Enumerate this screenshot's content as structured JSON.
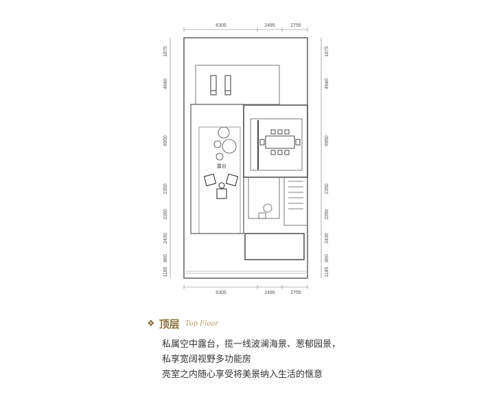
{
  "plan": {
    "dims_top": [
      "6305",
      "2495",
      "2755"
    ],
    "dims_bottom": [
      "6305",
      "2495",
      "2755"
    ],
    "dims_left": [
      "1875",
      "4940",
      "6950",
      "2350",
      "2260",
      "2430",
      "860",
      "1185"
    ],
    "dims_right": [
      "1875",
      "4940",
      "6950",
      "2350",
      "2260",
      "2430",
      "860",
      "1185"
    ],
    "terrace_label": "露台"
  },
  "title": {
    "bullet": "❖",
    "chinese": "顶层",
    "english": "Top Floor"
  },
  "description": {
    "line1": "私属空中露台，揽一线波澜海景、葱郁园景，",
    "line2": "私享宽阔视野多功能房",
    "line3": "亮室之内随心享受将美景纳入生活的惬意"
  },
  "colors": {
    "line": "#555555",
    "accent": "#8a6d3b"
  }
}
